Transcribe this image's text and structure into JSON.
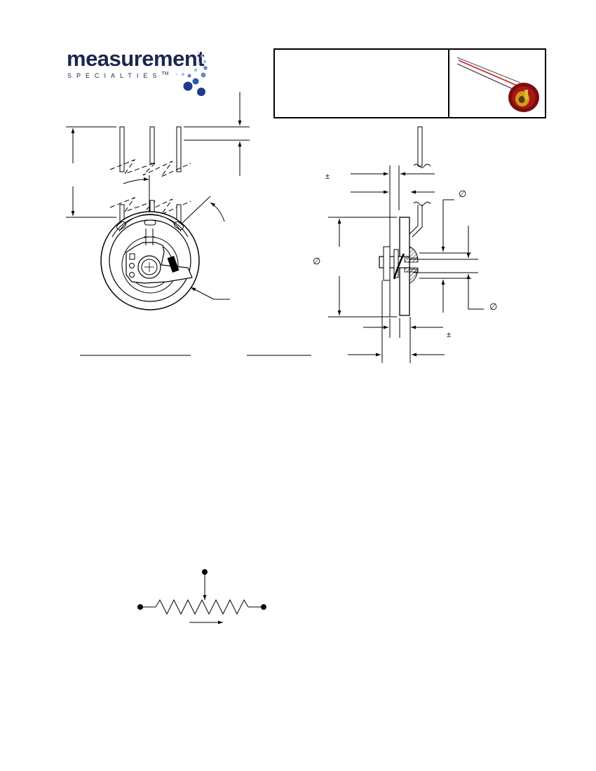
{
  "logo": {
    "wordmark": "measurement",
    "subline": "SPECIALTIES",
    "trademark": "TM",
    "brand_color": "#1b2750",
    "dot_colors": [
      "#1f3c8c",
      "#2f55b3",
      "#6d86c6",
      "#a9b7dd",
      "#d3dbee"
    ]
  },
  "header_box": {
    "title": "",
    "photo_icon": "potentiometer-photo-icon"
  },
  "drawing": {
    "plus_minus_symbol": "±",
    "diameter_symbol": "∅",
    "line_color": "#000000"
  },
  "schematic": {
    "symbol": "variable-resistor-symbol"
  }
}
